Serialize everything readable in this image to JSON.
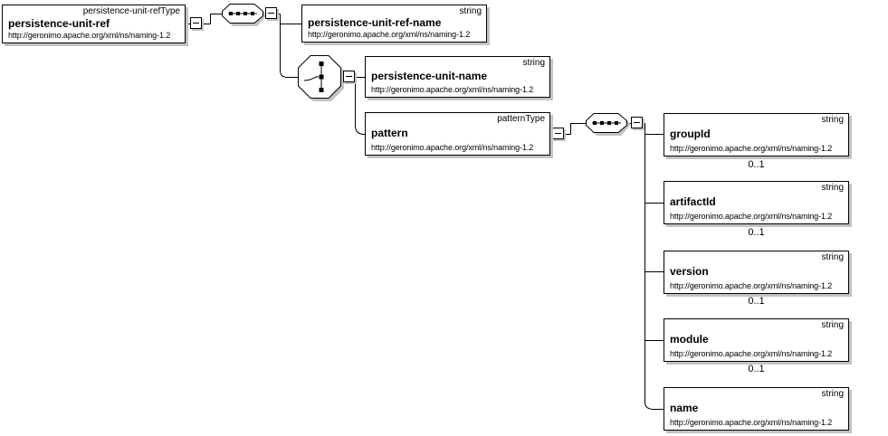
{
  "colors": {
    "background": "#ffffff",
    "box_fill": "#ffffff",
    "box_border": "#000000",
    "shadow": "#c3c3c3",
    "connector": "#000000",
    "text": "#000000"
  },
  "icons": {
    "collapse_glyph": "-",
    "sequence": "sequence-compositor",
    "choice": "choice-compositor"
  },
  "nodes": {
    "root": {
      "name": "persistence-unit-ref",
      "type": "persistence-unit-refType",
      "namespace": "http://geronimo.apache.org/xml/ns/naming-1.2"
    },
    "ref_name": {
      "name": "persistence-unit-ref-name",
      "type": "string",
      "namespace": "http://geronimo.apache.org/xml/ns/naming-1.2"
    },
    "unit_name": {
      "name": "persistence-unit-name",
      "type": "string",
      "namespace": "http://geronimo.apache.org/xml/ns/naming-1.2"
    },
    "pattern": {
      "name": "pattern",
      "type": "patternType",
      "namespace": "http://geronimo.apache.org/xml/ns/naming-1.2"
    },
    "pattern_children": [
      {
        "name": "groupId",
        "type": "string",
        "namespace": "http://geronimo.apache.org/xml/ns/naming-1.2",
        "cardinality": "0..1"
      },
      {
        "name": "artifactId",
        "type": "string",
        "namespace": "http://geronimo.apache.org/xml/ns/naming-1.2",
        "cardinality": "0..1"
      },
      {
        "name": "version",
        "type": "string",
        "namespace": "http://geronimo.apache.org/xml/ns/naming-1.2",
        "cardinality": "0..1"
      },
      {
        "name": "module",
        "type": "string",
        "namespace": "http://geronimo.apache.org/xml/ns/naming-1.2",
        "cardinality": "0..1"
      },
      {
        "name": "name",
        "type": "string",
        "namespace": "http://geronimo.apache.org/xml/ns/naming-1.2"
      }
    ]
  }
}
